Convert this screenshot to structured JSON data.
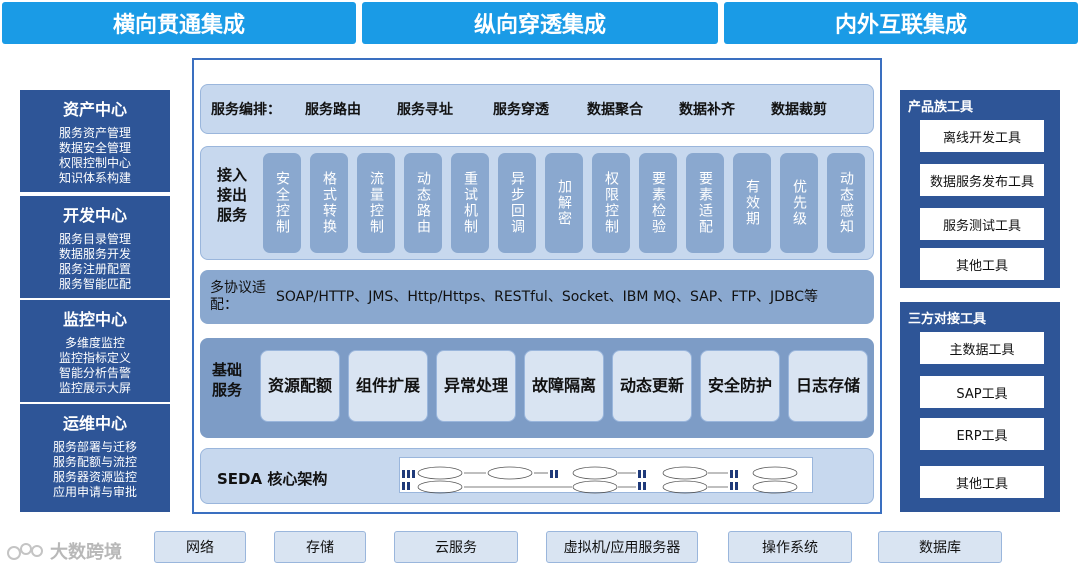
{
  "banners": [
    "横向贯通集成",
    "纵向穿透集成",
    "内外互联集成"
  ],
  "left_centers": [
    {
      "title": "资产中心",
      "items": [
        "服务资产管理",
        "数据安全管理",
        "权限控制中心",
        "知识体系构建"
      ]
    },
    {
      "title": "开发中心",
      "items": [
        "服务目录管理",
        "数据服务开发",
        "服务注册配置",
        "服务智能匹配"
      ]
    },
    {
      "title": "监控中心",
      "items": [
        "多维度监控",
        "监控指标定义",
        "智能分析告警",
        "监控展示大屏"
      ]
    },
    {
      "title": "运维中心",
      "items": [
        "服务部署与迁移",
        "服务配额与流控",
        "服务器资源监控",
        "应用申请与审批"
      ]
    }
  ],
  "orchestration": {
    "label": "服务编排：",
    "items": [
      "服务路由",
      "服务寻址",
      "服务穿透",
      "数据聚合",
      "数据补齐",
      "数据裁剪"
    ]
  },
  "access": {
    "label": "接入接出服务",
    "items": [
      "安全控制",
      "格式转换",
      "流量控制",
      "动态路由",
      "重试机制",
      "异步回调",
      "加解密",
      "权限控制",
      "要素检验",
      "要素适配",
      "有效期",
      "优先级",
      "动态感知"
    ]
  },
  "protocol": {
    "label": "多协议适配：",
    "text": "SOAP/HTTP、JMS、Http/Https、RESTful、Socket、IBM MQ、SAP、FTP、JDBC等"
  },
  "base": {
    "label": "基础服务",
    "items": [
      "资源配额",
      "组件扩展",
      "异常处理",
      "故障隔离",
      "动态更新",
      "安全防护",
      "日志存储"
    ]
  },
  "seda": {
    "label": "SEDA 核心架构"
  },
  "product_tools": {
    "title": "产品族工具",
    "items": [
      "离线开发工具",
      "数据服务发布工具",
      "服务测试工具",
      "其他工具"
    ]
  },
  "third_party_tools": {
    "title": "三方对接工具",
    "items": [
      "主数据工具",
      "SAP工具",
      "ERP工具",
      "其他工具"
    ]
  },
  "bottom": [
    "网络",
    "存储",
    "云服务",
    "虚拟机/应用服务器",
    "操作系统",
    "数据库"
  ],
  "watermark": "大数跨境"
}
